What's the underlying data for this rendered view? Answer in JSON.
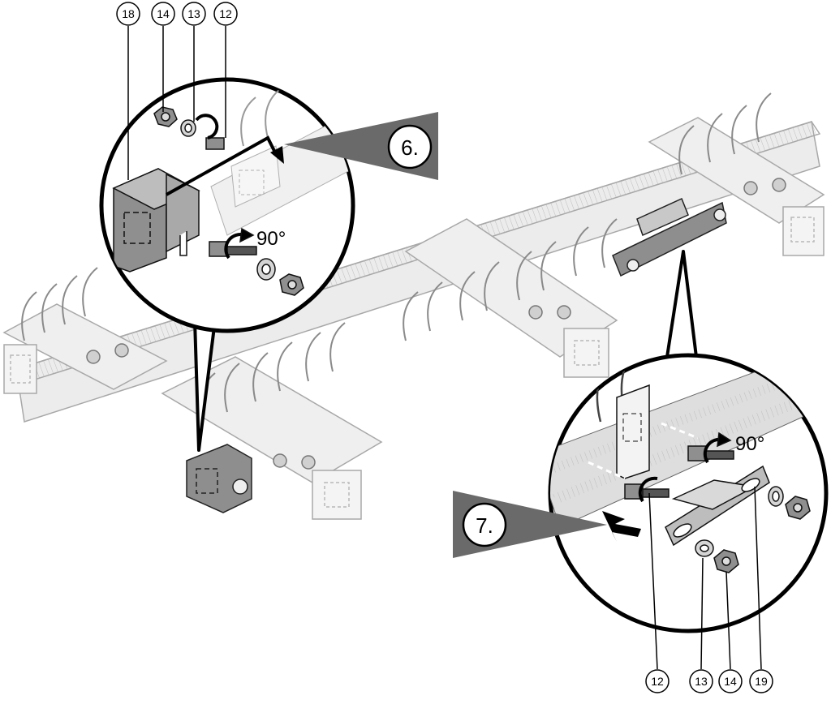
{
  "callouts_top": [
    "18",
    "14",
    "13",
    "12"
  ],
  "callouts_bottom": [
    "12",
    "13",
    "14",
    "19"
  ],
  "steps": {
    "step6": "6.",
    "step7": "7."
  },
  "angles": {
    "detail_left": "90°",
    "detail_right": "90°"
  }
}
